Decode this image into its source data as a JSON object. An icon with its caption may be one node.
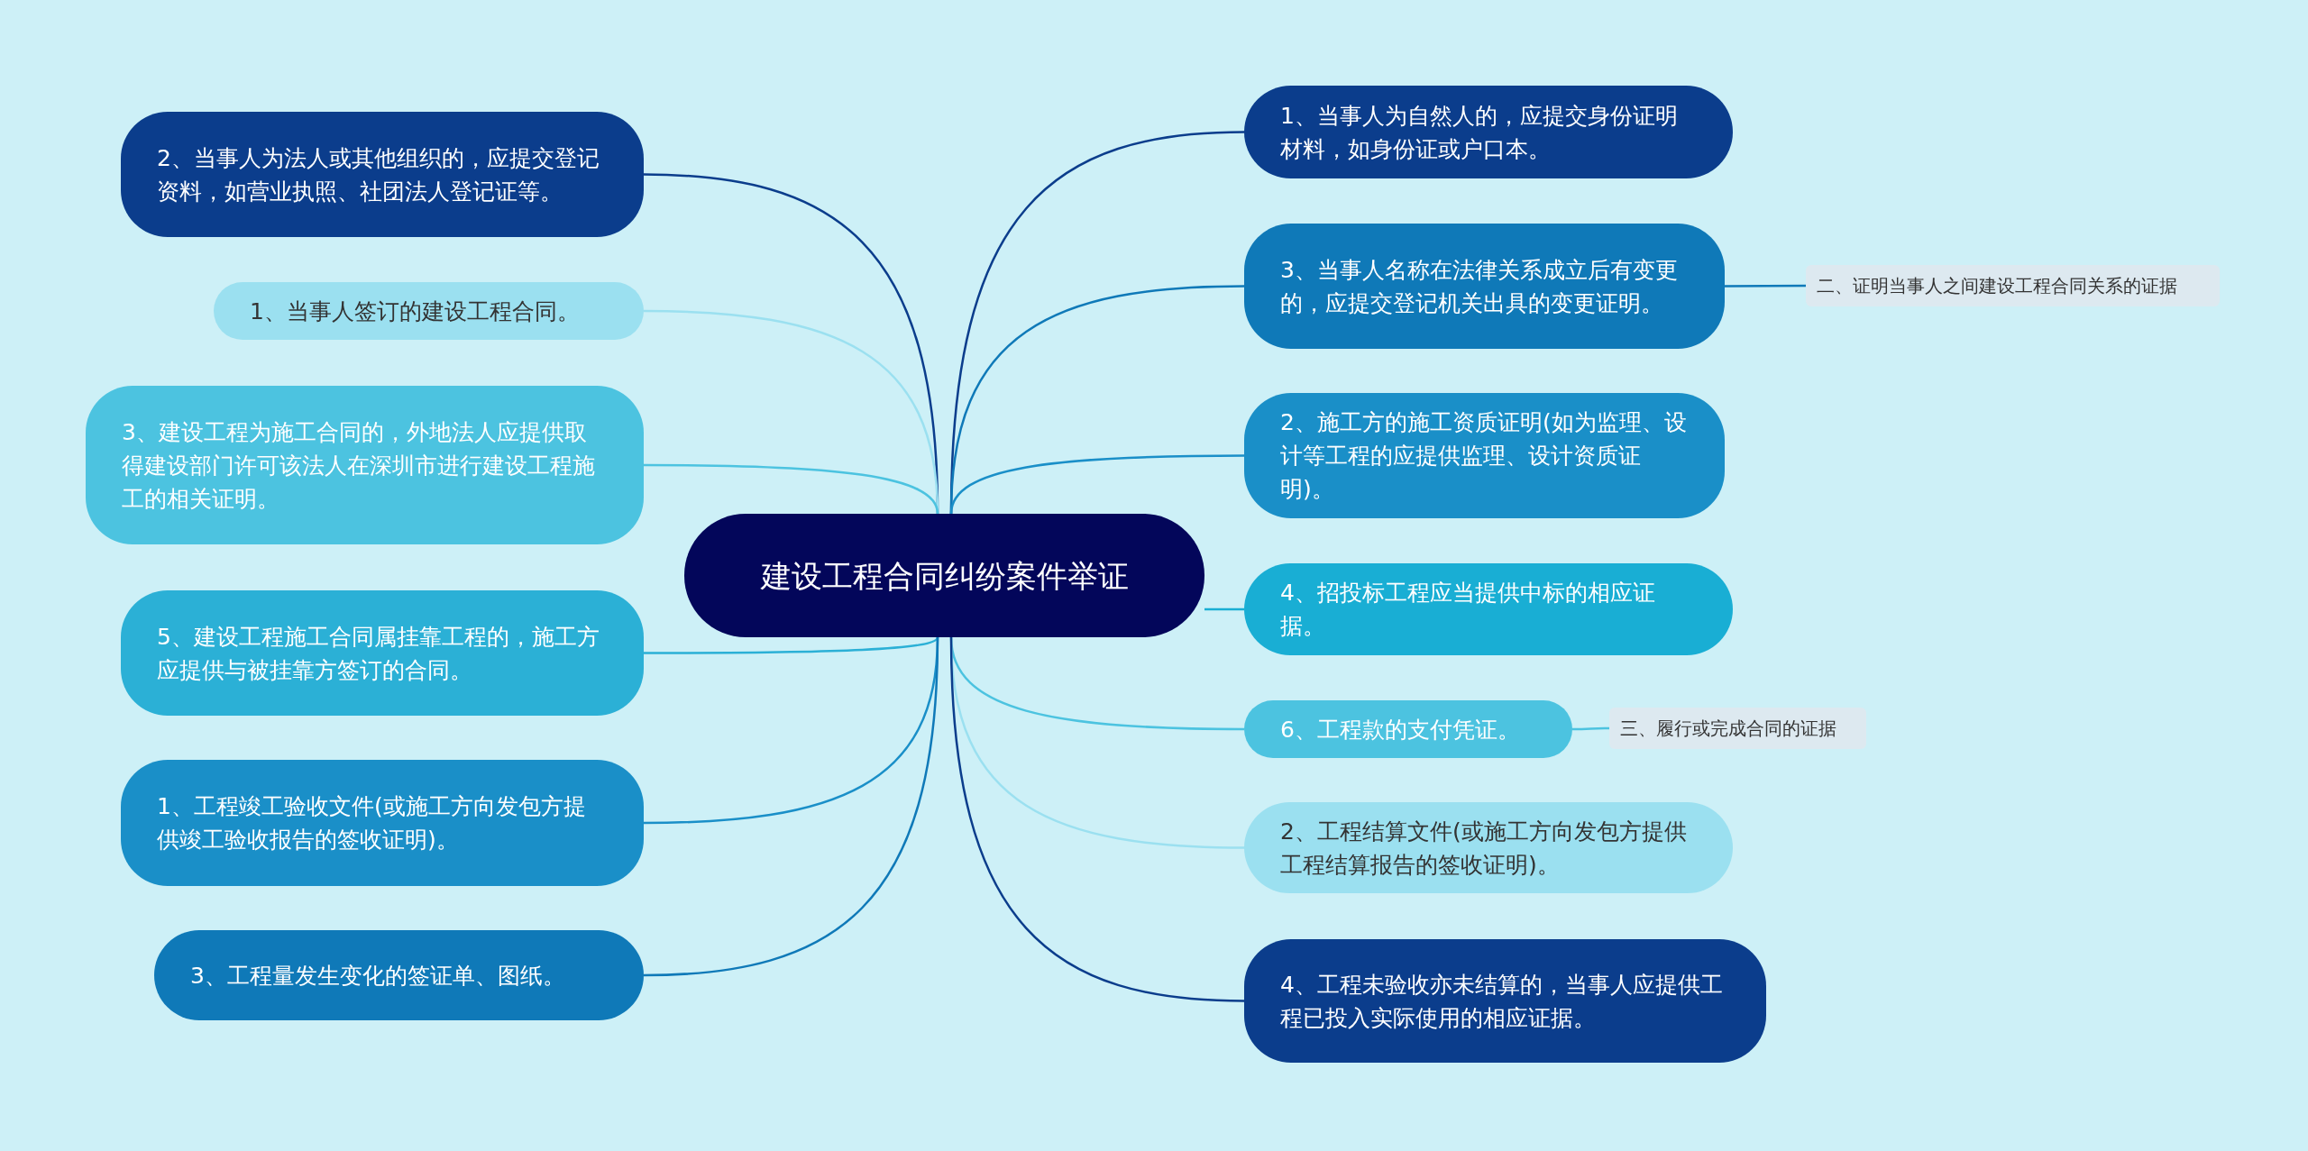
{
  "diagram": {
    "nodes": [
      {
        "text": [
          "建设工程合同纠纷案件举证"
        ]
      },
      {
        "text": [
          "2、当事人为法人或其他组织的，应提交登记资料，如营业执照、社团法人登记证等。"
        ]
      },
      {
        "text": [
          "1、当事人签订的建设工程合同。"
        ]
      },
      {
        "text": [
          "3、建设工程为施工合同的，外地法人应提供取得建设部门许可该法人在深圳市进行建设工程施工的相关证明。"
        ]
      },
      {
        "text": [
          "5、建设工程施工合同属挂靠工程的，施工方应提供与被挂靠方签订的合同。"
        ]
      },
      {
        "text": [
          "1、工程竣工验收文件(或施工方向发包方提供竣工验收报告的签收证明)。"
        ]
      },
      {
        "text": [
          "3、工程量发生变化的签证单、图纸。"
        ]
      },
      {
        "text": [
          "1、当事人为自然人的，应提交身份证明材料，如身份证或户口本。"
        ]
      },
      {
        "text": [
          "3、当事人名称在法律关系成立后有变更的，应提交登记机关出具的变更证明。"
        ]
      },
      {
        "text": [
          "2、施工方的施工资质证明(如为监理、设计等工程的应提供监理、设计资质证明)。"
        ]
      },
      {
        "text": [
          "4、招投标工程应当提供中标的相应证据。"
        ]
      },
      {
        "text": [
          "6、工程款的支付凭证。"
        ]
      },
      {
        "text": [
          "2、工程结算文件(或施工方向发包方提供工程结算报告的签收证明)。"
        ]
      },
      {
        "text": [
          "4、工程未验收亦未结算的，当事人应提供工程已投入实际使用的相应证据。"
        ]
      },
      {
        "text": [
          "二、证明当事人之间建设工程合同关系的证据"
        ]
      },
      {
        "text": [
          "三、履行或完成合同的证据"
        ]
      }
    ],
    "edges": [
      {
        "from": 0,
        "to": 1,
        "arrow": "none",
        "color": "#0b3d8c"
      },
      {
        "from": 0,
        "to": 2,
        "arrow": "none",
        "color": "#9be0f0"
      },
      {
        "from": 0,
        "to": 3,
        "arrow": "none",
        "color": "#4cc3e0"
      },
      {
        "from": 0,
        "to": 4,
        "arrow": "none",
        "color": "#2bb0d6"
      },
      {
        "from": 0,
        "to": 5,
        "arrow": "none",
        "color": "#1a8fc8"
      },
      {
        "from": 0,
        "to": 6,
        "arrow": "none",
        "color": "#0f79b8"
      },
      {
        "from": 0,
        "to": 7,
        "arrow": "none",
        "color": "#0b3d8c"
      },
      {
        "from": 0,
        "to": 8,
        "arrow": "none",
        "color": "#0f79b8"
      },
      {
        "from": 0,
        "to": 9,
        "arrow": "none",
        "color": "#1a8fc8"
      },
      {
        "from": 0,
        "to": 10,
        "arrow": "none",
        "color": "#19aed4"
      },
      {
        "from": 0,
        "to": 11,
        "arrow": "none",
        "color": "#4cc3e0"
      },
      {
        "from": 0,
        "to": 12,
        "arrow": "none",
        "color": "#9be0f0"
      },
      {
        "from": 0,
        "to": 13,
        "arrow": "none",
        "color": "#0b3d8c"
      },
      {
        "from": 8,
        "to": 14,
        "arrow": "none",
        "color": "#0f79b8"
      },
      {
        "from": 11,
        "to": 15,
        "arrow": "none",
        "color": "#4cc3e0"
      }
    ]
  }
}
